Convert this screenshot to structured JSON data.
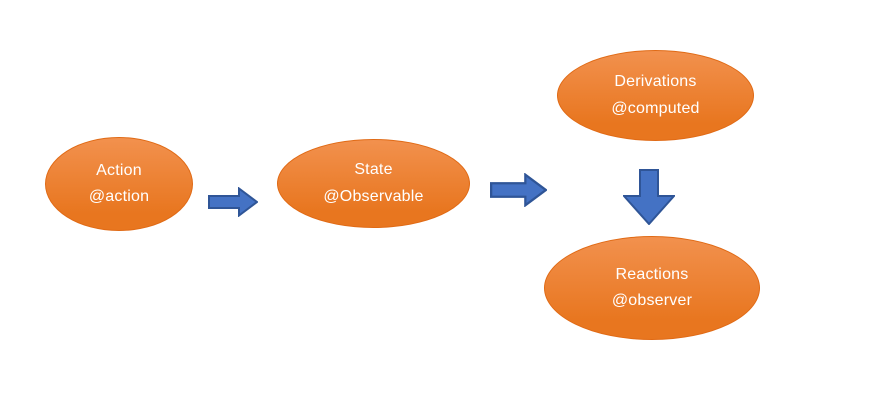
{
  "colors": {
    "canvas-bg": "#FFFFFF",
    "node-top": "#F2914E",
    "node-bottom": "#E8761F",
    "node-border": "#E06A15",
    "node-text": "#FFFFFF",
    "arrow-fill": "#4472C4",
    "arrow-stroke": "#2F5597"
  },
  "diagram": {
    "nodes": [
      {
        "title": "Action",
        "subtitle": "@action"
      },
      {
        "title": "State",
        "subtitle": "@Observable"
      },
      {
        "title": "Derivations",
        "subtitle": "@computed"
      },
      {
        "title": "Reactions",
        "subtitle": "@observer"
      }
    ],
    "arrows": [
      {
        "name": "action-to-state",
        "direction": "right"
      },
      {
        "name": "state-to-reactions",
        "direction": "right"
      },
      {
        "name": "derivations-to-reactions",
        "direction": "down"
      }
    ]
  }
}
